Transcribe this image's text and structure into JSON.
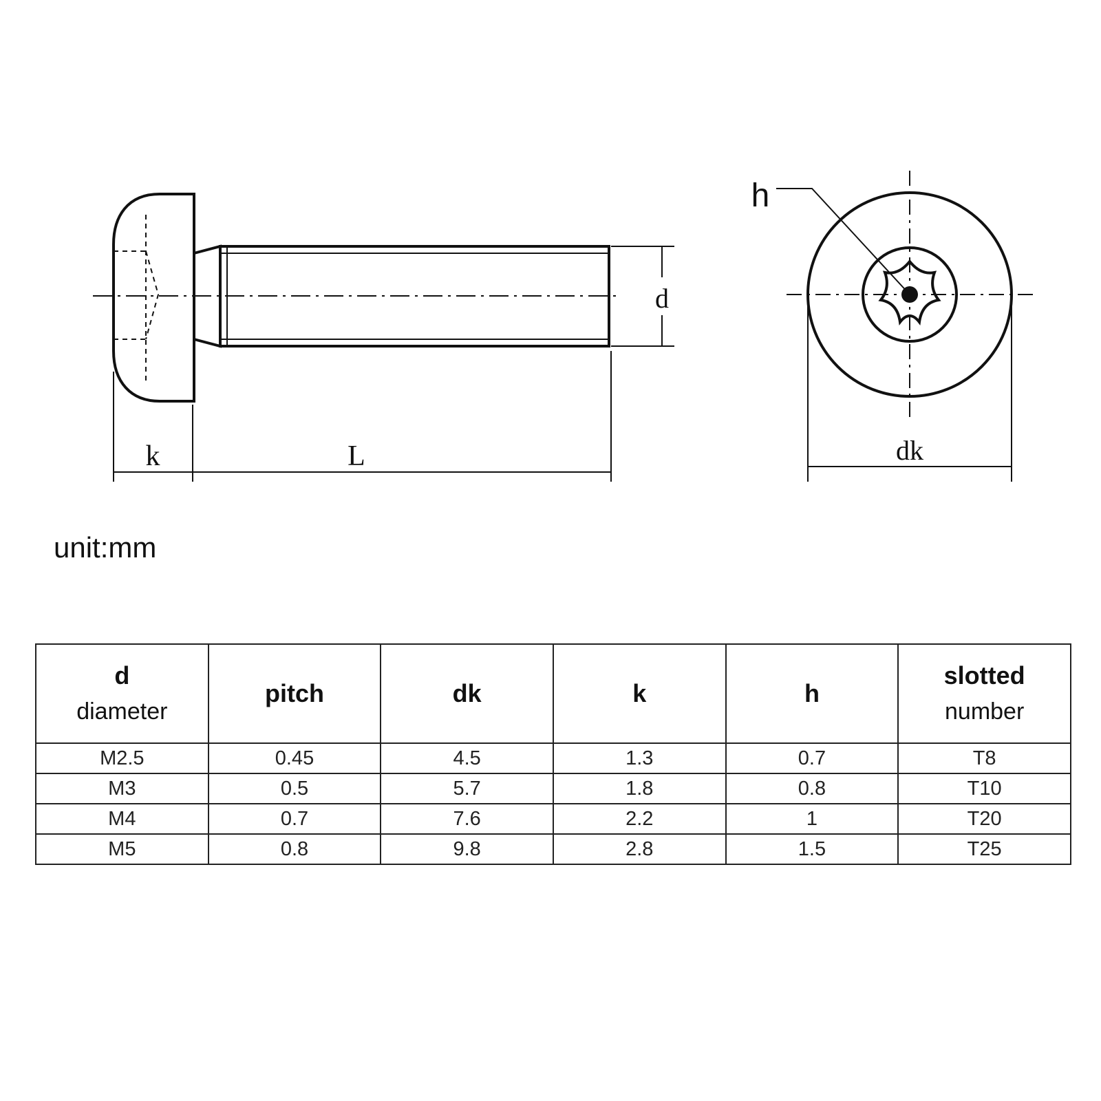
{
  "diagram": {
    "labels": {
      "k": "k",
      "L": "L",
      "d": "d",
      "dk": "dk",
      "h": "h"
    }
  },
  "unit": "unit:mm",
  "table": {
    "headers": [
      {
        "main": "d",
        "sub": "diameter"
      },
      {
        "main": "pitch",
        "sub": ""
      },
      {
        "main": "dk",
        "sub": ""
      },
      {
        "main": "k",
        "sub": ""
      },
      {
        "main": "h",
        "sub": ""
      },
      {
        "main": "slotted",
        "sub": "number"
      }
    ],
    "rows": [
      [
        "M2.5",
        "0.45",
        "4.5",
        "1.3",
        "0.7",
        "T8"
      ],
      [
        "M3",
        "0.5",
        "5.7",
        "1.8",
        "0.8",
        "T10"
      ],
      [
        "M4",
        "0.7",
        "7.6",
        "2.2",
        "1",
        "T20"
      ],
      [
        "M5",
        "0.8",
        "9.8",
        "2.8",
        "1.5",
        "T25"
      ]
    ]
  }
}
